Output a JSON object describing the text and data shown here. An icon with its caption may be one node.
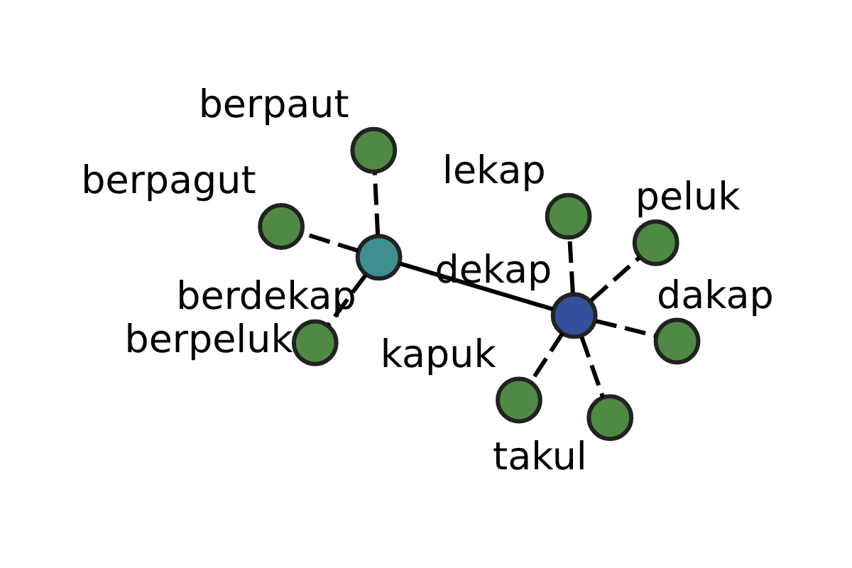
{
  "diagram": {
    "nodes": [
      {
        "text": [
          "berpagut"
        ]
      },
      {
        "text": [
          "berdekap"
        ]
      },
      {
        "text": [
          "berpeluk"
        ]
      },
      {
        "text": [
          "berpaut"
        ]
      },
      {
        "text": [
          "peluk"
        ]
      },
      {
        "text": [
          "lekap"
        ]
      },
      {
        "text": [
          "dekap"
        ]
      },
      {
        "text": [
          "dakap"
        ]
      },
      {
        "text": [
          "takul"
        ]
      },
      {
        "text": [
          "kapuk"
        ]
      }
    ],
    "edges": [
      {
        "from": 1,
        "to": 6,
        "arrow": "none"
      },
      {
        "from": 1,
        "to": 0,
        "arrow": "none",
        "style": "dashed"
      },
      {
        "from": 1,
        "to": 2,
        "arrow": "none",
        "style": "dashed"
      },
      {
        "from": 1,
        "to": 3,
        "arrow": "none",
        "style": "dashed"
      },
      {
        "from": 6,
        "to": 4,
        "arrow": "none",
        "style": "dashed"
      },
      {
        "from": 6,
        "to": 5,
        "arrow": "none",
        "style": "dashed"
      },
      {
        "from": 6,
        "to": 7,
        "arrow": "none",
        "style": "dashed"
      },
      {
        "from": 6,
        "to": 8,
        "arrow": "none",
        "style": "dashed"
      },
      {
        "from": 6,
        "to": 9,
        "arrow": "none",
        "style": "dashed"
      }
    ]
  }
}
